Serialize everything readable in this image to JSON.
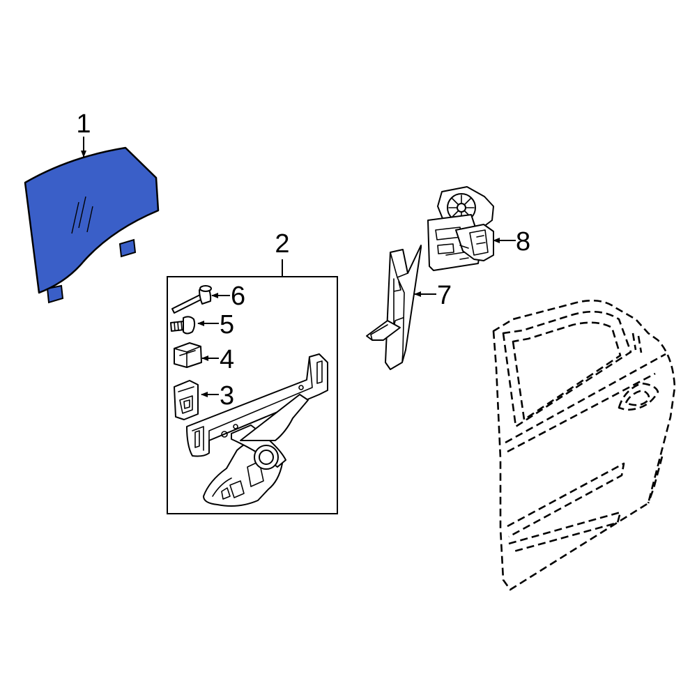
{
  "diagram": {
    "highlight_color": "#3a5fc8",
    "callouts": [
      {
        "id": "1",
        "label": "1",
        "part": "door-glass"
      },
      {
        "id": "2",
        "label": "2",
        "part": "window-regulator-kit"
      },
      {
        "id": "3",
        "label": "3",
        "part": "regulator-slide"
      },
      {
        "id": "4",
        "label": "4",
        "part": "glass-clip"
      },
      {
        "id": "5",
        "label": "5",
        "part": "regulator-bolt"
      },
      {
        "id": "6",
        "label": "6",
        "part": "regulator-rivet"
      },
      {
        "id": "7",
        "label": "7",
        "part": "glass-run-channel"
      },
      {
        "id": "8",
        "label": "8",
        "part": "window-motor"
      }
    ]
  }
}
